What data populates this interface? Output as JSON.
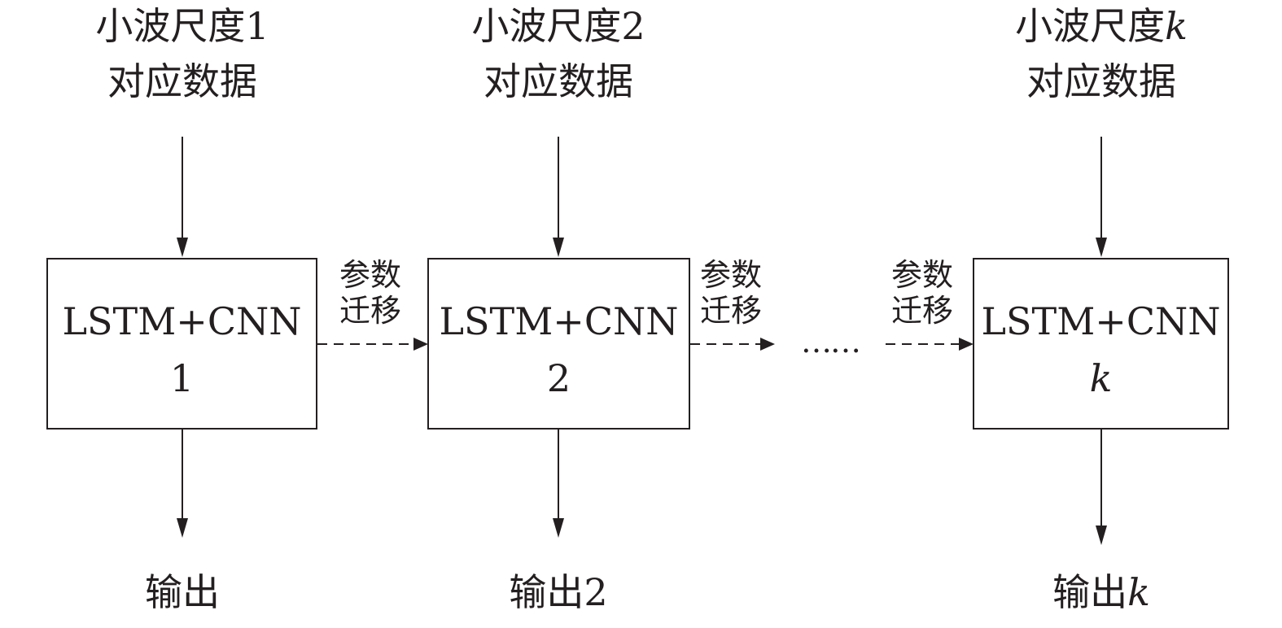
{
  "columns": [
    {
      "input_line1_main": "小波尺度",
      "input_line1_suffix": "1",
      "input_line2": "对应数据",
      "block_line1": "LSTM+CNN",
      "block_line2": "1",
      "output_main": "输出",
      "output_suffix": ""
    },
    {
      "input_line1_main": "小波尺度",
      "input_line1_suffix": "2",
      "input_line2": "对应数据",
      "block_line1": "LSTM+CNN",
      "block_line2": "2",
      "output_main": "输出",
      "output_suffix": "2"
    },
    {
      "input_line1_main": "小波尺度",
      "input_line1_suffix": "k",
      "input_line2": "对应数据",
      "block_line1": "LSTM+CNN",
      "block_line2": "k",
      "output_main": "输出",
      "output_suffix": "k"
    }
  ],
  "transfer_labels": [
    {
      "line1": "参数",
      "line2": "迁移"
    },
    {
      "line1": "参数",
      "line2": "迁移"
    },
    {
      "line1": "参数",
      "line2": "迁移"
    }
  ],
  "ellipsis": "……",
  "colors": {
    "ink": "#231f20",
    "background": "#ffffff"
  }
}
